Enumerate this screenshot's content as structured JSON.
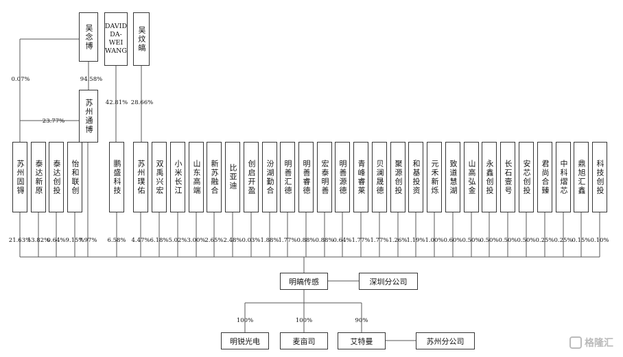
{
  "top_owners": [
    {
      "name": "吴念博"
    },
    {
      "name": "DAVID\nDA-WEI\nWANG"
    },
    {
      "name": "吴炆皜"
    }
  ],
  "top_links": {
    "wnb_to_szgq": "0.07%",
    "wnb_to_szt": "94.58%",
    "szt_to_szgq": "23.77%",
    "david_to_pgkj": "42.81%",
    "wwh_to_szyy": "28.66%"
  },
  "mid_entity": {
    "name": "苏州通博"
  },
  "shareholders": [
    {
      "name": "苏州固锝",
      "pct": "21.63%"
    },
    {
      "name": "泰达新原",
      "pct": "13.82%"
    },
    {
      "name": "泰达创投",
      "pct": "0.64%"
    },
    {
      "name": "怡和联创",
      "pct": "9.15%"
    },
    {
      "name": "苏州通博",
      "pct": "7.97%"
    },
    {
      "name": "鹏盛科技",
      "pct": "6.58%"
    },
    {
      "name": "苏州璞佑",
      "pct": "4.47%"
    },
    {
      "name": "双禹兴宏",
      "pct": "6.18%"
    },
    {
      "name": "小米长江",
      "pct": "5.02%"
    },
    {
      "name": "山东高端",
      "pct": "3.00%"
    },
    {
      "name": "新苏融合",
      "pct": "2.65%"
    },
    {
      "name": "比亚迪",
      "pct": "2.48%"
    },
    {
      "name": "创启开盈",
      "pct": "0.03%"
    },
    {
      "name": "汾湖勤合",
      "pct": "1.88%"
    },
    {
      "name": "明善汇德",
      "pct": "1.77%"
    },
    {
      "name": "明善睿德",
      "pct": "0.88%"
    },
    {
      "name": "宏泰明善",
      "pct": "0.88%"
    },
    {
      "name": "明善源德",
      "pct": "0.64%"
    },
    {
      "name": "青峰睿莱",
      "pct": "1.77%"
    },
    {
      "name": "贝澜晟德",
      "pct": "1.77%"
    },
    {
      "name": "聚源创投",
      "pct": "1.26%"
    },
    {
      "name": "和基投资",
      "pct": "1.19%"
    },
    {
      "name": "元禾新烁",
      "pct": "1.00%"
    },
    {
      "name": "致道慧湖",
      "pct": "0.60%"
    },
    {
      "name": "山高弘金",
      "pct": "0.50%"
    },
    {
      "name": "永鑫创投",
      "pct": "0.50%"
    },
    {
      "name": "长石壹号",
      "pct": "0.50%"
    },
    {
      "name": "安芯创投",
      "pct": "0.50%"
    },
    {
      "name": "君尚合臻",
      "pct": "0.25%"
    },
    {
      "name": "中科熠芯",
      "pct": "0.25%"
    },
    {
      "name": "鼎旭汇鑫",
      "pct": "0.15%"
    },
    {
      "name": "科技创投",
      "pct": "0.10%"
    }
  ],
  "company": {
    "name": "明皜传感"
  },
  "company_branch": {
    "name": "深圳分公司"
  },
  "subsidiaries": [
    {
      "name": "明锐光电",
      "pct": "100%"
    },
    {
      "name": "麦亩司",
      "pct": "100%"
    },
    {
      "name": "艾特曼",
      "pct": "90%"
    }
  ],
  "subsidiary_branch": {
    "name": "苏州分公司"
  },
  "watermark": {
    "text": "格隆汇"
  }
}
